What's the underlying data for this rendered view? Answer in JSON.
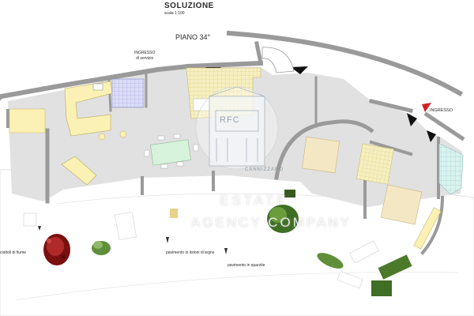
{
  "plan": {
    "title": "SOLUZIONE",
    "scale": "scala 1:100",
    "floor": "PIANO 34°",
    "service_entrance": [
      "INGRESSO",
      "di servizio"
    ],
    "main_entrance": "INGRESSO",
    "labels": {
      "pebbles": "ciottoli di fiume",
      "wood_floor": "pavimento in listoni di legno",
      "quartz_floor": "pavimento in quarzite"
    }
  },
  "watermark": {
    "badge": "RFC",
    "name": "CANNIZZARO",
    "line1": "ESTATE",
    "line2": "AGENCY COMPANY"
  },
  "colors": {
    "wall": "#9a9a9a",
    "floor_grey": "#e0e0e0",
    "furniture_yellow": "#fbf1b4",
    "tile_blue": "#d9d9f7",
    "tile_green": "#d8f2ee",
    "bed_tan": "#f4e8c4",
    "entrance_marker": "#d41e1e"
  }
}
